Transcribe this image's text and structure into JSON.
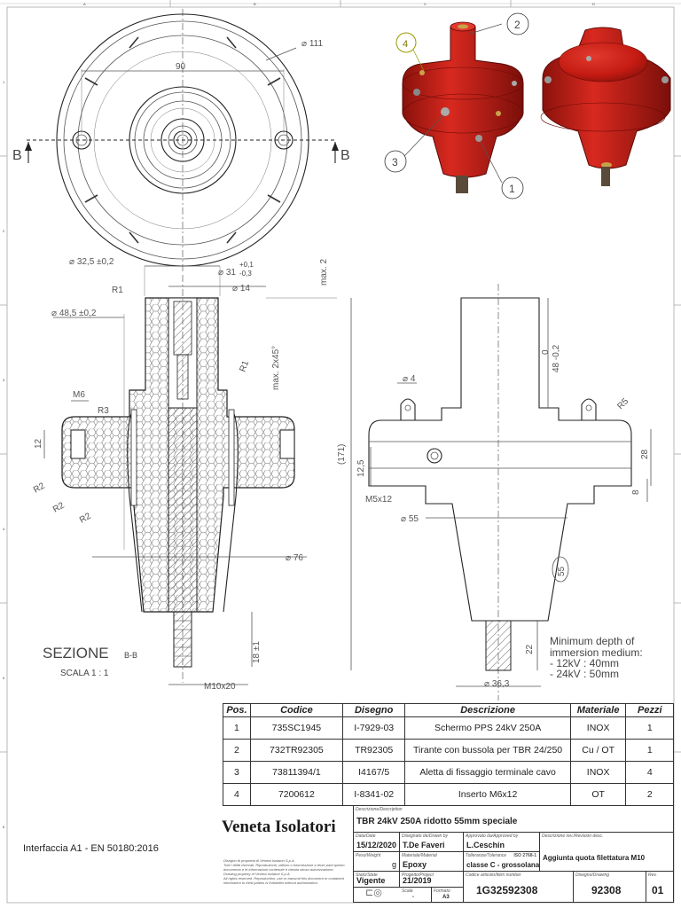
{
  "section": {
    "title": "SEZIONE",
    "suffix": "B-B",
    "scale": "SCALA 1 : 1"
  },
  "section_marks": {
    "left": "B",
    "right": "B"
  },
  "balloons": [
    "1",
    "2",
    "3",
    "4"
  ],
  "dimensions": {
    "top_width": "90",
    "top_diameter": "111",
    "d32": "32,5 ±0,2",
    "tol_plus": "+0,1",
    "tol_minus": "-0,3",
    "d31": "31",
    "d14": "14",
    "max2": "max. 2",
    "r1_top": "R1",
    "d48": "48,5 ±0,2",
    "r1_side": "R1",
    "chamfer": "max. 2x45°",
    "m6": "M6",
    "r3": "R3",
    "h12": "12",
    "r2_a": "R2",
    "r2_b": "R2",
    "r2_c": "R2",
    "d76": "76",
    "h18": "18 ±1",
    "m10": "M10x20",
    "h48": "48 -0,2",
    "h0": "0",
    "d4": "4",
    "h171": "(171)",
    "r5": "R5",
    "h28": "28",
    "h12_5": "12,5",
    "m5": "M5x12",
    "h8": "8",
    "d55": "55",
    "balloon55": "55",
    "h22": "22",
    "d36": "36,3"
  },
  "note": {
    "lines": [
      "Minimum depth of",
      "immersion medium:",
      "- 12kV : 40mm",
      "- 24kV : 50mm"
    ]
  },
  "interface_text": "Interfaccia A1 - EN 50180:2016",
  "parts_table": {
    "headers": [
      "Pos.",
      "Codice",
      "Disegno",
      "Descrizione",
      "Materiale",
      "Pezzi"
    ],
    "rows": [
      {
        "pos": "1",
        "codice": "735SC1945",
        "disegno": "I-7929-03",
        "descrizione": "Schermo PPS 24kV 250A",
        "materiale": "INOX",
        "pezzi": "1"
      },
      {
        "pos": "2",
        "codice": "732TR92305",
        "disegno": "TR92305",
        "descrizione": "Tirante con bussola per TBR 24/250",
        "materiale": "Cu / OT",
        "pezzi": "1"
      },
      {
        "pos": "3",
        "codice": "73811394/1",
        "disegno": "I4167/5",
        "descrizione": "Aletta di fissaggio terminale cavo",
        "materiale": "INOX",
        "pezzi": "4"
      },
      {
        "pos": "4",
        "codice": "7200612",
        "disegno": "I-8341-02",
        "descrizione": "Inserto M6x12",
        "materiale": "OT",
        "pezzi": "2"
      }
    ]
  },
  "title_block": {
    "company": "Veneta Isolatori",
    "description_label": "Descrizione/Description",
    "description": "TBR 24kV 250A ridotto 55mm speciale",
    "date_label": "Data/Date",
    "date": "15/12/2020",
    "drawn_label": "Disegnato da/Drawn by",
    "drawn": "T.De Faveri",
    "approved_label": "Approvato da/Approved by",
    "approved": "L.Ceschin",
    "rev_desc_label": "Descrizione rev./Revision desc.",
    "rev_desc": "Aggiunta quota filettatura M10",
    "weight_label": "Peso/Weight",
    "weight_unit": "g",
    "material_label": "Materiale/Material",
    "material": "Epoxy",
    "tolerance_label": "Tolleranze/Tolerance",
    "tolerance_std": "ISO 2768-1",
    "tolerance": "classe C - grossolana",
    "state_label": "Stato/State",
    "state": "Vigente",
    "project_label": "Progetto/Project",
    "project": "21/2019",
    "item_label": "Codice articolo/Item number",
    "item": "1G32592308",
    "drawing_label": "Disegno/Drawing",
    "drawing": "92308",
    "rev_label": "Rev.",
    "rev": "01",
    "scale_label": "Scala",
    "scale": "-",
    "format_label": "Formato",
    "format": "A3",
    "legal_1": "Disegno di proprietà di Veneta Isolatori S.p.A.",
    "legal_2": "Tutti i diritti riservati. Riproduzione, utilizzo o trasmissione a terze parti questo documento e le informazioni contenute è vietata senza autorizzazione.",
    "legal_3": "Drawing property of Veneta Isolatori S.p.A.",
    "legal_4": "All rights reserved. Reproduction, use or transmit this document or contained information to third parties is forbidden without authorization."
  },
  "frame": {
    "columns": [
      "A",
      "B",
      "C",
      "D"
    ],
    "rows": [
      "1",
      "2",
      "3",
      "4",
      "5",
      "6"
    ]
  },
  "colors": {
    "part_red": "#c41b12",
    "part_dark": "#7a0f0a",
    "line": "#333333",
    "logo_red": "#d11f1f"
  }
}
